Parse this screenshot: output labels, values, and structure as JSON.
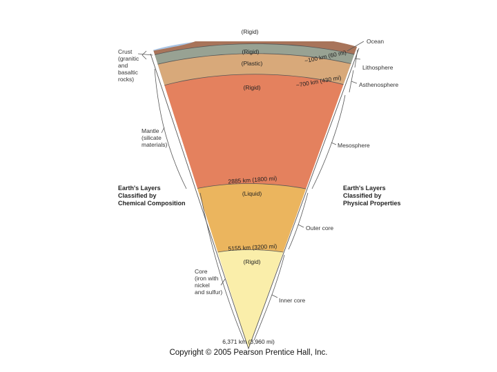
{
  "layers": {
    "crust_rigid": "(Rigid)",
    "lithosphere_mantle_rigid": "(Rigid)",
    "asthenosphere_plastic": "(Plastic)",
    "mesosphere_rigid": "(Rigid)",
    "outer_core_liquid": "(Liquid)",
    "inner_core_rigid": "(Rigid)"
  },
  "depths": {
    "d100": "~100 km (60 mi)",
    "d700": "~700 km (430 mi)",
    "d2885": "2885 km (1800 mi)",
    "d5155": "5155 km (3200 mi)",
    "d6371": "6,371 km (3,960 mi)"
  },
  "left_labels": {
    "crust": [
      "Crust",
      "(granitic",
      "and",
      "basaltic",
      "rocks)"
    ],
    "mantle": [
      "Mantle",
      "(silicate",
      "materials)"
    ],
    "core": [
      "Core",
      "(iron with",
      "nickel",
      "and sulfur)"
    ],
    "heading": [
      "Earth's Layers",
      "Classified by",
      "Chemical Composition"
    ]
  },
  "right_labels": {
    "ocean": "Ocean",
    "lithosphere": "Lithosphere",
    "asthenosphere": "Asthenosphere",
    "mesosphere": "Mesosphere",
    "outer_core": "Outer core",
    "inner_core": "Inner core",
    "heading": [
      "Earth's Layers",
      "Classified by",
      "Physical Properties"
    ]
  },
  "copyright": "Copyright © 2005 Pearson Prentice Hall, Inc.",
  "colors": {
    "ocean": "#a9c4e4",
    "crust": "#a8745a",
    "lithosphere_mantle": "#98a293",
    "asthenosphere": "#d8a97a",
    "mesosphere": "#e4815e",
    "outer_core": "#ebb55e",
    "inner_core": "#faeeaa"
  }
}
